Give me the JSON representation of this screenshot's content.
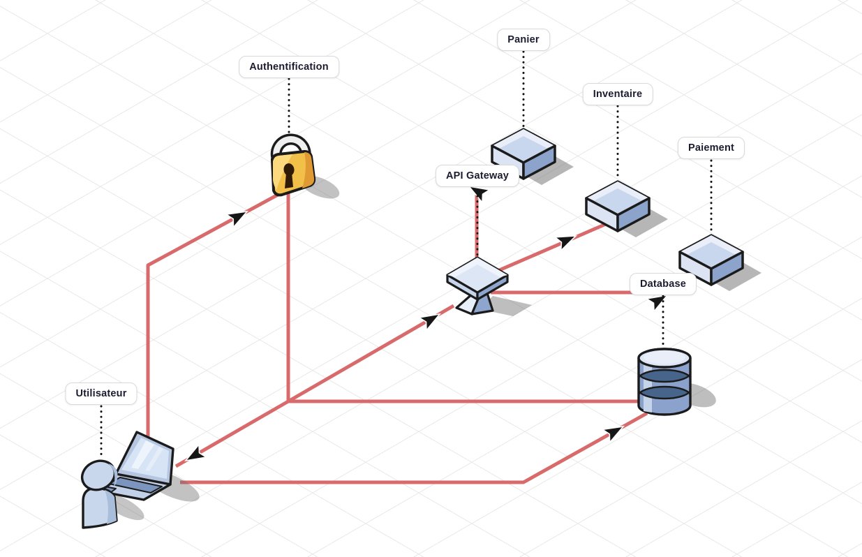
{
  "app": {
    "type": "isometric-architecture-diagram",
    "background_color": "#ffffff",
    "grid_color": "#e8e8e8"
  },
  "diagram": {
    "nodes": [
      {
        "id": "utilisateur",
        "label": "Utilisateur",
        "icon": "person-with-laptop-icon"
      },
      {
        "id": "authentification",
        "label": "Authentification",
        "icon": "padlock-icon"
      },
      {
        "id": "panier",
        "label": "Panier",
        "icon": "isometric-box-icon"
      },
      {
        "id": "api-gateway",
        "label": "API Gateway",
        "icon": "gateway-pedestal-icon"
      },
      {
        "id": "inventaire",
        "label": "Inventaire",
        "icon": "isometric-box-icon"
      },
      {
        "id": "paiement",
        "label": "Paiement",
        "icon": "isometric-box-icon"
      },
      {
        "id": "database",
        "label": "Database",
        "icon": "database-cylinder-icon"
      }
    ],
    "edges": [
      {
        "from": "utilisateur",
        "to": "authentification",
        "arrow": true
      },
      {
        "from": "authentification",
        "to": "utilisateur",
        "arrow": true
      },
      {
        "from": "authentification",
        "to": "api-gateway",
        "arrow": true
      },
      {
        "from": "authentification",
        "to": "database",
        "arrow": false
      },
      {
        "from": "api-gateway",
        "to": "panier",
        "arrow": true
      },
      {
        "from": "api-gateway",
        "to": "inventaire",
        "arrow": true
      },
      {
        "from": "api-gateway",
        "to": "paiement",
        "arrow": true
      },
      {
        "from": "utilisateur",
        "to": "database",
        "arrow": true
      }
    ],
    "colors": {
      "connector": "#d96a6c",
      "arrowhead": "#161616",
      "outline": "#1b1b1b",
      "icon_blue_light": "#dde6f5",
      "icon_blue_mid": "#c7d5ec",
      "icon_blue_dark": "#8ea6cd",
      "lock_gold": "#f2bf49",
      "label_background": "#ffffff",
      "label_border": "#d9d9d9",
      "label_text": "#1c1c30"
    }
  }
}
